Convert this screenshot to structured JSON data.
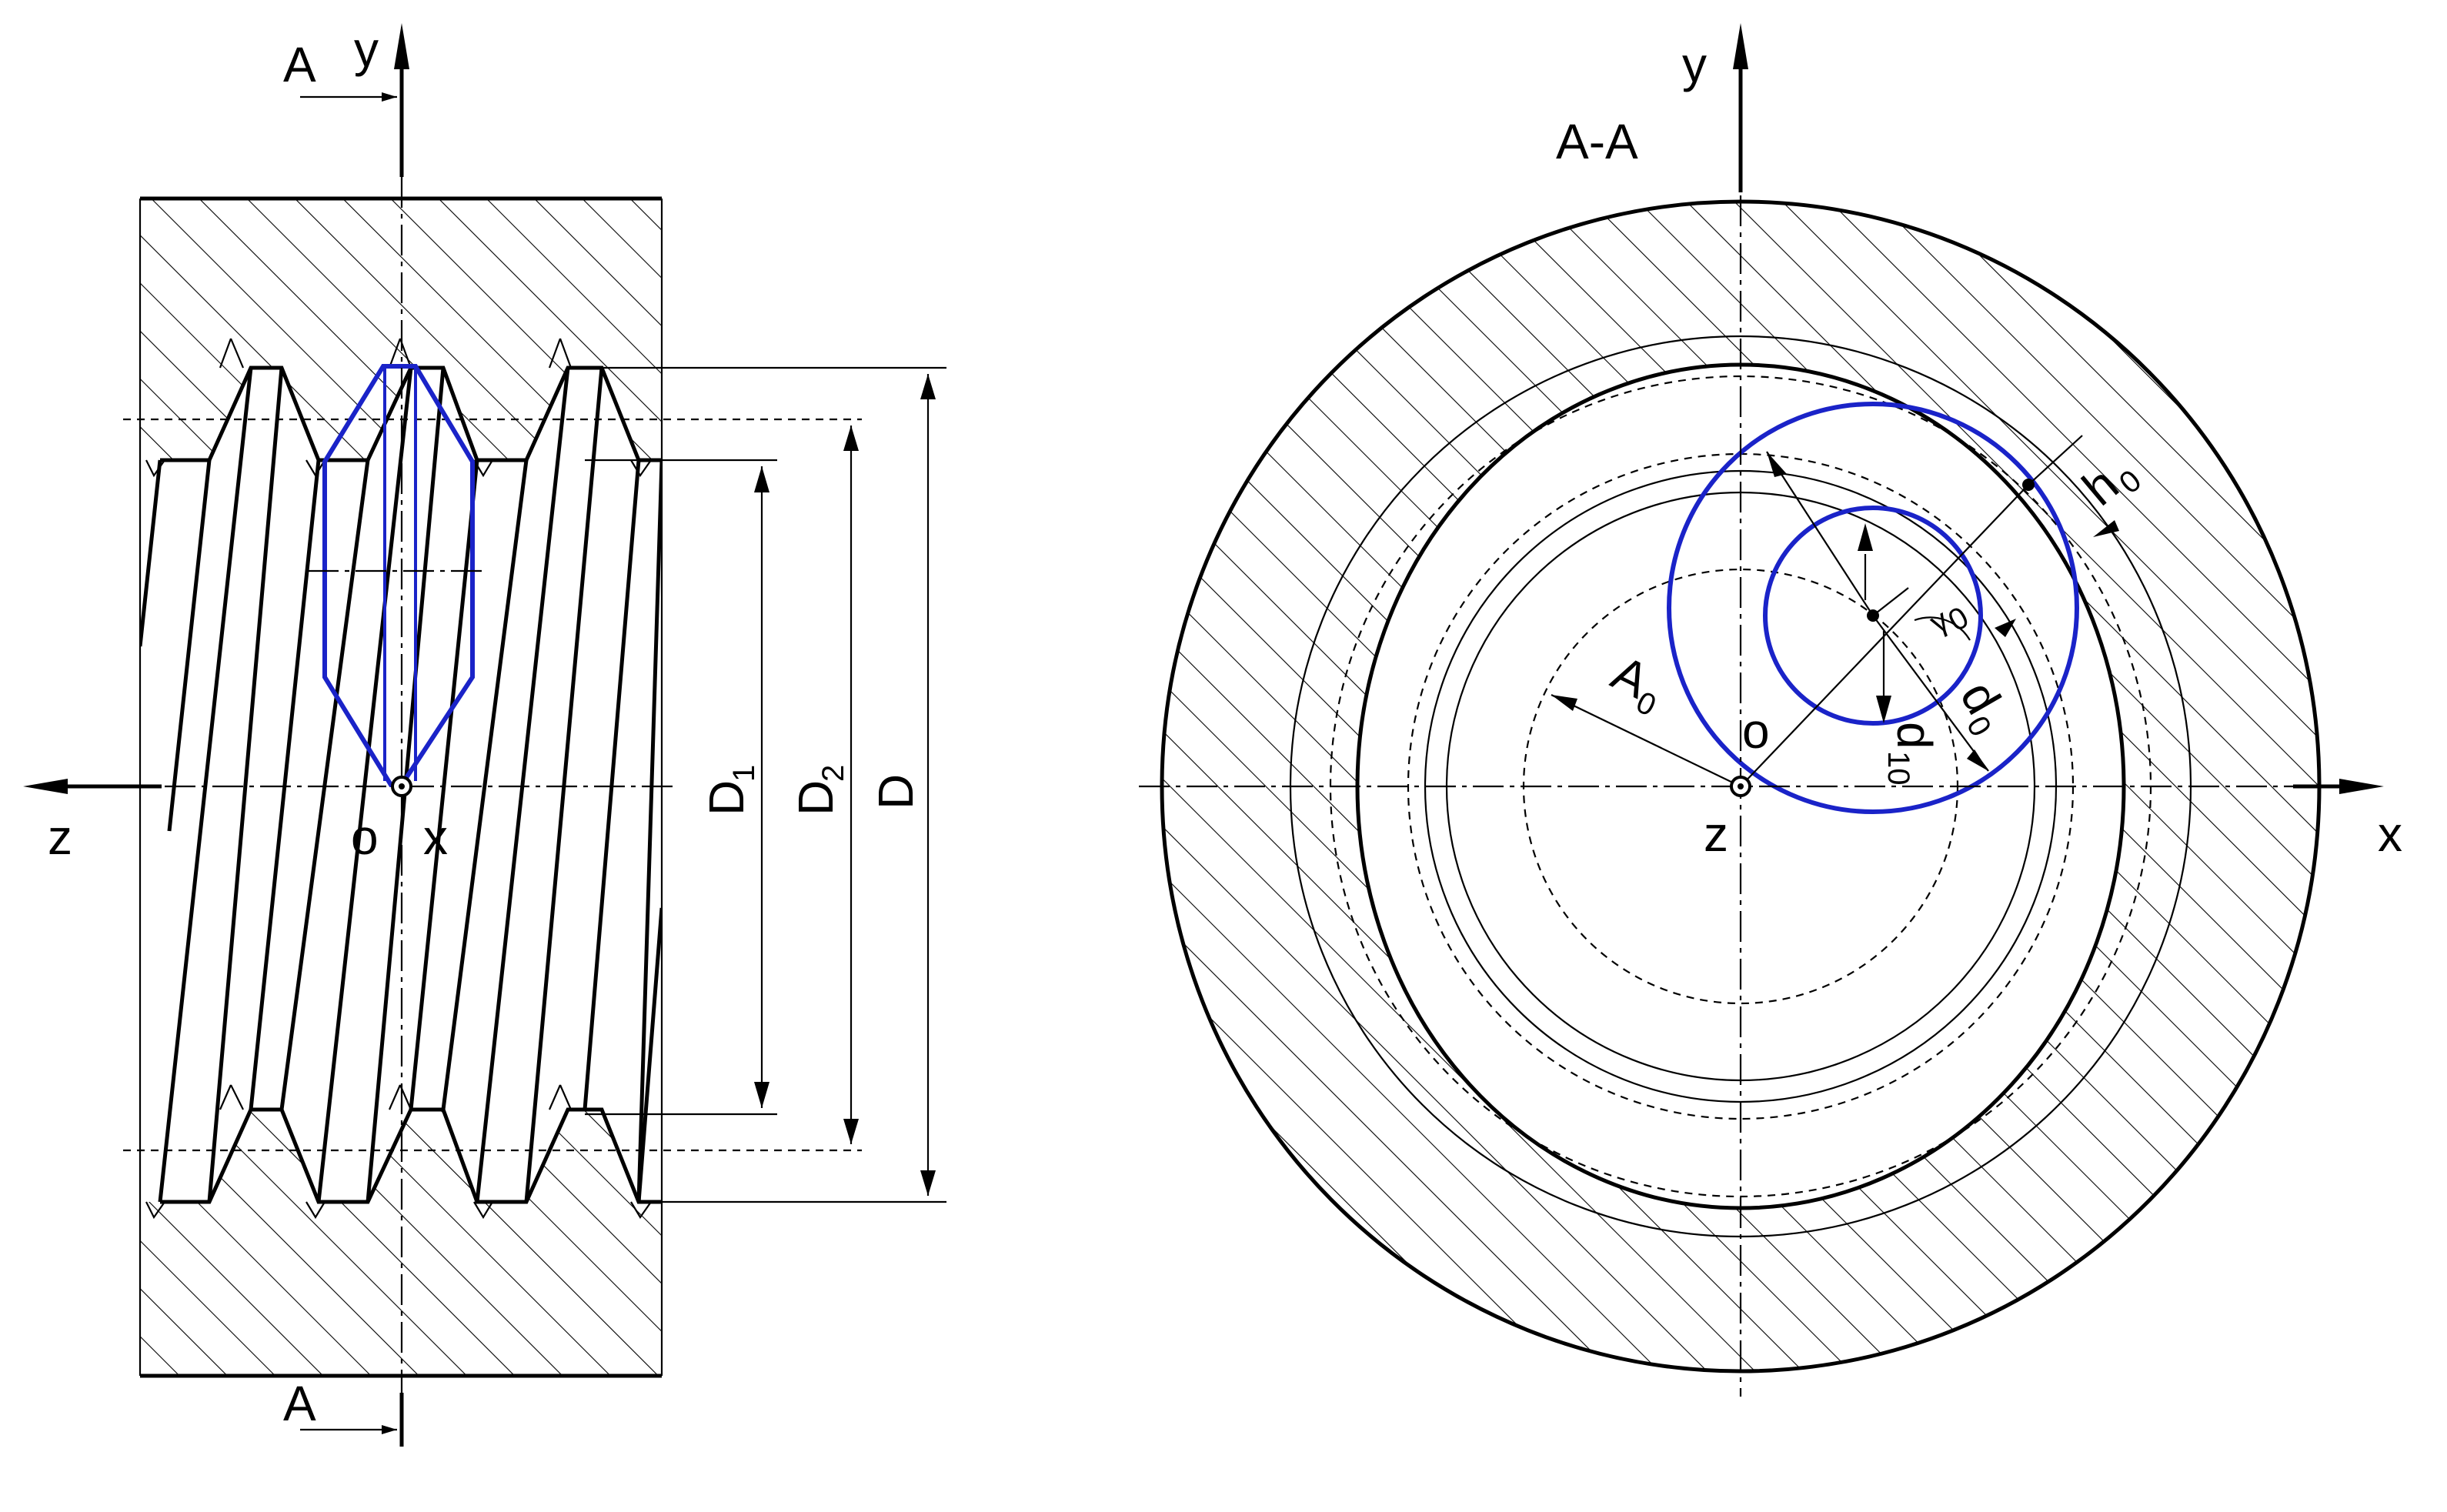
{
  "left_view": {
    "section_mark_top": "A",
    "section_mark_bottom": "A",
    "axis_y": "y",
    "axis_z": "z",
    "origin": "o",
    "axis_x": "x",
    "dim_D1": "D",
    "dim_D1_sub": "1",
    "dim_D2": "D",
    "dim_D2_sub": "2",
    "dim_D": "D"
  },
  "right_view": {
    "title": "A-A",
    "axis_y": "y",
    "axis_x": "x",
    "axis_z": "z",
    "origin": "o",
    "label_A0": "A",
    "label_A0_sub": "0",
    "label_h0": "h",
    "label_h0_sub": "0",
    "label_gamma0": "γ",
    "label_gamma0_sub": "0",
    "label_d0": "d",
    "label_d0_sub": "0",
    "label_d10": "d",
    "label_d10_sub": "10"
  },
  "colors": {
    "line": "#000000",
    "tool_profile": "#1a23c8",
    "background": "#ffffff"
  }
}
